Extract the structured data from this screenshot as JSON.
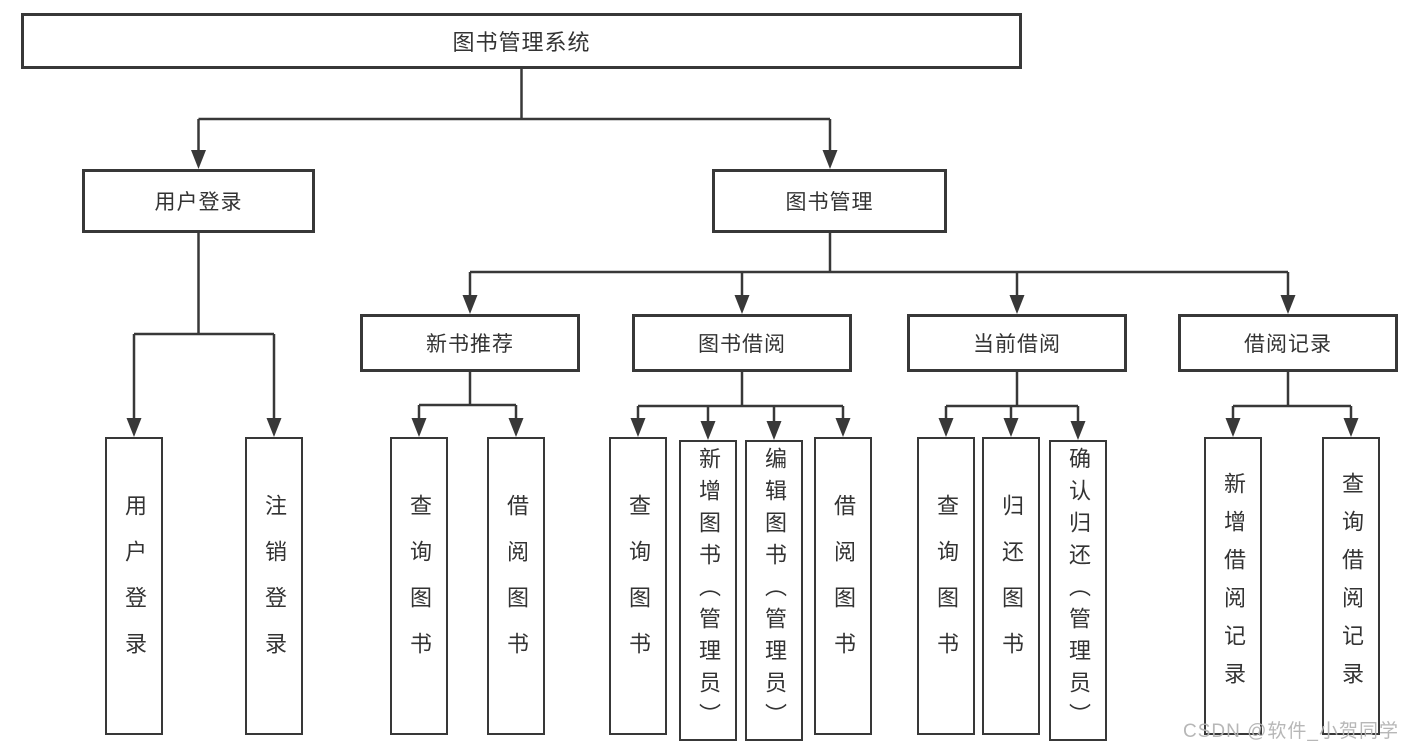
{
  "diagram": {
    "root": {
      "label": "图书管理系统"
    },
    "level2": {
      "user_login": {
        "label": "用户登录"
      },
      "book_mgmt": {
        "label": "图书管理"
      }
    },
    "level3": {
      "new_book": {
        "label": "新书推荐"
      },
      "book_borrow": {
        "label": "图书借阅"
      },
      "current_borrow": {
        "label": "当前借阅"
      },
      "borrow_record": {
        "label": "借阅记录"
      }
    },
    "leaves": {
      "user_login": [
        "用户登录",
        "注销登录"
      ],
      "new_book": [
        "查询图书",
        "借阅图书"
      ],
      "book_borrow": [
        "查询图书",
        "新增图书（管理员）",
        "编辑图书（管理员）",
        "借阅图书"
      ],
      "current_borrow": [
        "查询图书",
        "归还图书",
        "确认归还（管理员）"
      ],
      "borrow_record": [
        "新增借阅记录",
        "查询借阅记录"
      ]
    },
    "colors": {
      "line": "#383838",
      "text": "#333333",
      "watermark": "#b4b4b4",
      "background": "#ffffff"
    },
    "watermark": "CSDN @软件_小贺同学"
  }
}
